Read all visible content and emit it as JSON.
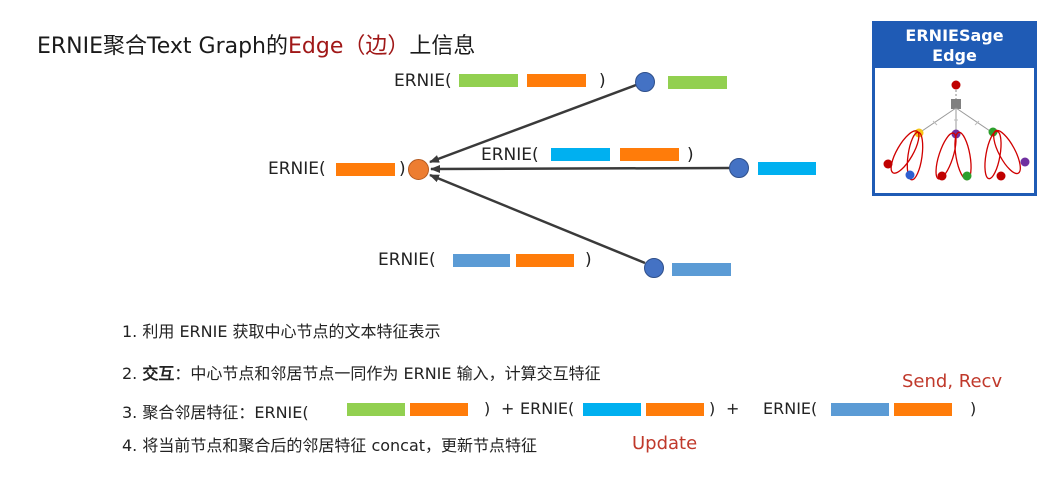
{
  "title": {
    "prefix": "ERNIE聚合Text Graph的",
    "highlight": "Edge（边）",
    "suffix": "上信息"
  },
  "ernie_open": "ERNIE(",
  "close_paren": ")",
  "steps": {
    "s1": "1. 利用 ERNIE 获取中心节点的文本特征表示",
    "s2_prefix": "2. ",
    "s2_bold": "交互",
    "s2_rest": "：中心节点和邻居节点一同作为 ERNIE 输入，计算交互特征",
    "s3_prefix": "3. 聚合邻居特征：ERNIE(",
    "plus": "+",
    "s4": "4. 将当前节点和聚合后的邻居特征 concat，更新节点特征"
  },
  "labels": {
    "send_recv": "Send, Recv",
    "update": "Update"
  },
  "inset": {
    "line1": "ERNIESage",
    "line2": "Edge"
  },
  "colors": {
    "title_highlight": "#a01818",
    "green_bar": "#92d050",
    "orange_bar": "#ff7c0a",
    "cyan_bar": "#00b0f0",
    "blue_bar": "#5b9bd5",
    "node_blue": "#4472c4",
    "node_orange": "#ed7d31",
    "annotation_red": "#c0392b",
    "inset_border": "#1f5bb5"
  }
}
